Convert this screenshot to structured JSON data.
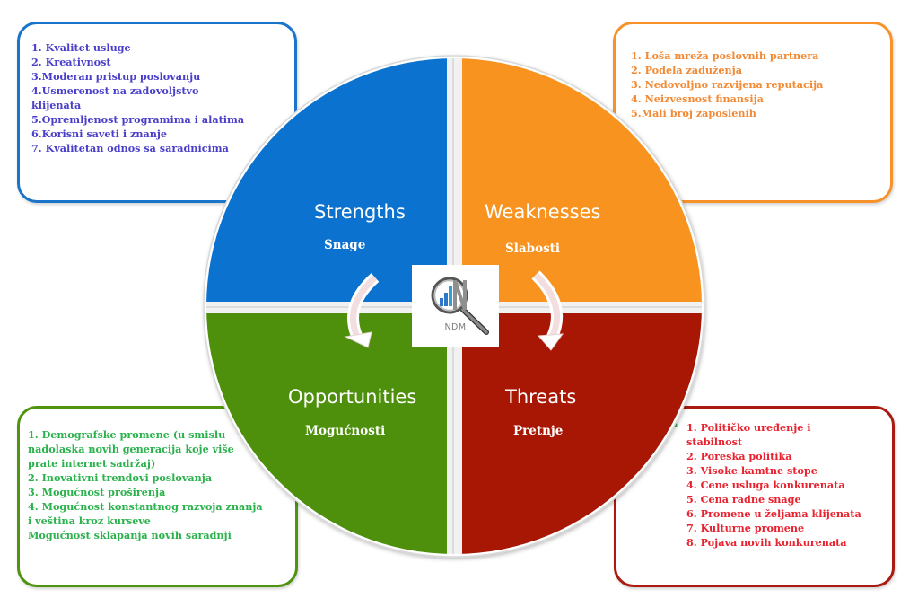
{
  "colors": {
    "strengths": "#0b72cf",
    "weaknesses": "#f8931f",
    "opportunities": "#4e900c",
    "threats": "#a81604",
    "strengths_text": "#4a3fc9",
    "weaknesses_text": "#f28a35",
    "opportunities_text": "#2bb24c",
    "threats_text": "#e8222e"
  },
  "quadrants": {
    "strengths": {
      "title": "Strengths",
      "subtitle": "Snage"
    },
    "weaknesses": {
      "title": "Weaknesses",
      "subtitle": "Slabosti"
    },
    "opportunities": {
      "title": "Opportunities",
      "subtitle": "Mogućnosti"
    },
    "threats": {
      "title": "Threats",
      "subtitle": "Pretnje"
    }
  },
  "logo": {
    "text": "NDM",
    "icon": "magnifier-chart-icon"
  },
  "boxes": {
    "strengths": [
      "1. Kvalitet usluge",
      "2. Kreativnost",
      "3.Moderan pristup poslovanju",
      "4.Usmerenost na zadovoljstvo klijenata",
      "5.Opremljenost programima  i alatima",
      "6.Korisni saveti i znanje",
      "7. Kvalitetan odnos sa saradnicima"
    ],
    "weaknesses": [
      "1. Loša mreža poslovnih partnera",
      "2. Podela zaduženja",
      "3. Nedovoljno razvijena reputacija",
      "4. Neizvesnost finansija",
      "5.Mali broj zaposlenih"
    ],
    "opportunities": [
      "1. Demografske promene (u smislu nadolaska novih generacija koje više prate internet sadržaj)",
      "2. Inovativni trendovi poslovanja",
      "3. Mogućnost proširenja",
      "4. Mogućnost konstantnog razvoja znanja i veština kroz kurseve",
      "Mogućnost sklapanja novih saradnji"
    ],
    "threats": [
      "1. Političko uređenje i stabilnost",
      "2. Poreska politika",
      "3. Visoke kamtne stope",
      "4. Cene usluga konkurenata",
      "5. Cena radne snage",
      "6. Promene u željama klijenata",
      "7. Kulturne promene",
      "8. Pojava novih konkurenata"
    ]
  }
}
